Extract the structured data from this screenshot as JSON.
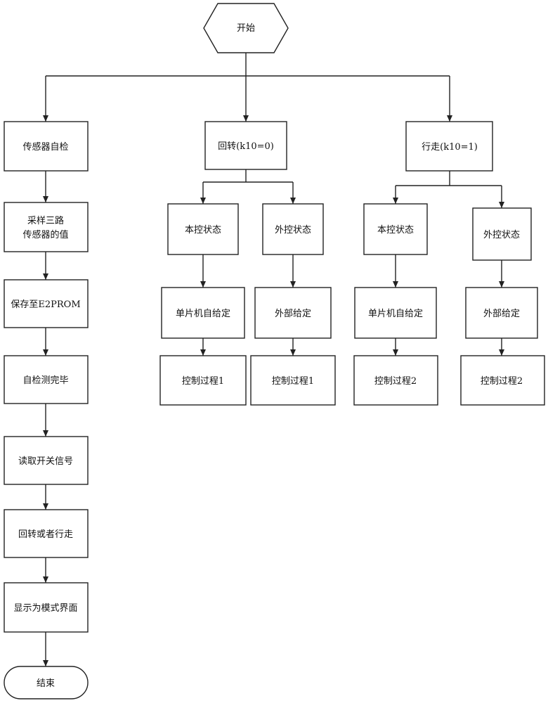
{
  "nodes": {
    "start": "开始",
    "sensor_selfcheck": "传感器自检",
    "sample_line1": "采样三路",
    "sample_line2": "传感器的值",
    "save": "保存至E2PROM",
    "selfcheck_done": "自检测完毕",
    "read_switch": "读取开关信号",
    "rotate_or_travel": "回转或者行走",
    "show_mode": "显示为模式界面",
    "end": "结束",
    "rotate": "回转(k10=0)",
    "travel": "行走(k10=1)",
    "rot_local": "本控状态",
    "rot_external": "外控状态",
    "rot_mcu_given": "单片机自给定",
    "rot_ext_given": "外部给定",
    "rot_ctrl_a": "控制过程1",
    "rot_ctrl_b": "控制过程1",
    "trv_local": "本控状态",
    "trv_external": "外控状态",
    "trv_mcu_given": "单片机自给定",
    "trv_ext_given": "外部给定",
    "trv_ctrl_a": "控制过程2",
    "trv_ctrl_b": "控制过程2"
  }
}
